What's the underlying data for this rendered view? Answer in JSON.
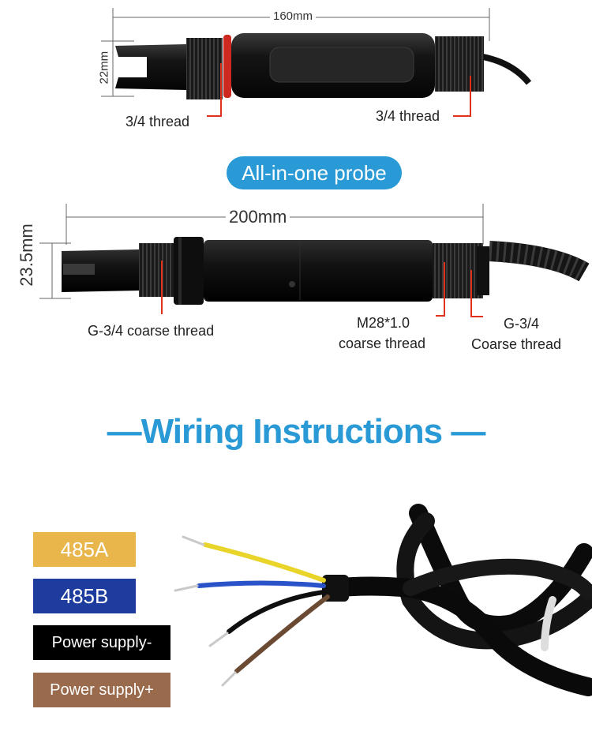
{
  "colors": {
    "accent": "#2a9ad6",
    "pill": "#2a9ad6",
    "redline": "#e0301e",
    "chip_485a": "#e8b64b",
    "chip_485b": "#1d3c9e",
    "chip_power_minus": "#000000",
    "chip_power_plus": "#9a6a4c"
  },
  "probe1": {
    "length": "160mm",
    "diameter": "22mm",
    "left_thread": "3/4 thread",
    "right_thread": "3/4 thread"
  },
  "pill_label": "All-in-one probe",
  "probe2": {
    "length": "200mm",
    "diameter": "23.5mm",
    "left_thread": "G-3/4 coarse thread",
    "mid_thread_line1": "M28*1.0",
    "mid_thread_line2": "coarse thread",
    "right_thread_line1": "G-3/4",
    "right_thread_line2": "Coarse thread"
  },
  "heading": "—Wiring Instructions —",
  "wires": [
    {
      "label": "485A",
      "color_key": "chip_485a"
    },
    {
      "label": "485B",
      "color_key": "chip_485b"
    },
    {
      "label": "Power supply-",
      "color_key": "chip_power_minus"
    },
    {
      "label": "Power supply+",
      "color_key": "chip_power_plus"
    }
  ]
}
